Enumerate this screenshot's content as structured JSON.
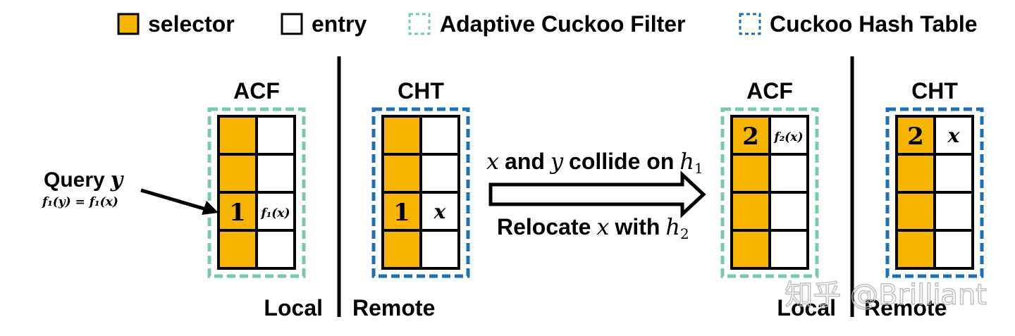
{
  "colors": {
    "selector": "#F7B500",
    "entry": "#FFFFFF",
    "acf_border": "#7BC8A4",
    "cht_border": "#1F6FB5",
    "line": "#000000"
  },
  "legend": {
    "selector": "selector",
    "entry": "entry",
    "acf": "Adaptive Cuckoo Filter",
    "cht": "Cuckoo Hash Table"
  },
  "panels": {
    "left": {
      "acf_title": "ACF",
      "cht_title": "CHT",
      "local_label": "Local",
      "remote_label": "Remote",
      "acf_selector_value": "1",
      "acf_entry_value": "f₁(x)",
      "cht_selector_value": "1",
      "cht_entry_value": "x"
    },
    "right": {
      "acf_title": "ACF",
      "cht_title": "CHT",
      "local_label": "Local",
      "remote_label": "Remote",
      "acf_selector_value": "2",
      "acf_entry_value": "f₂(x)",
      "cht_selector_value": "2",
      "cht_entry_value": "x"
    }
  },
  "query": {
    "label": "Query",
    "var": "y",
    "equation": "f₁(y) = f₁(x)"
  },
  "arrow": {
    "top_text": "and",
    "top_x": "x",
    "top_y": "y",
    "top_rest": "collide on",
    "top_h": "h",
    "top_h_sub": "1",
    "bottom_text": "Relocate",
    "bottom_x": "x",
    "bottom_with": "with",
    "bottom_h": "h",
    "bottom_h_sub": "2"
  },
  "watermark": "知乎 @Brilliant"
}
